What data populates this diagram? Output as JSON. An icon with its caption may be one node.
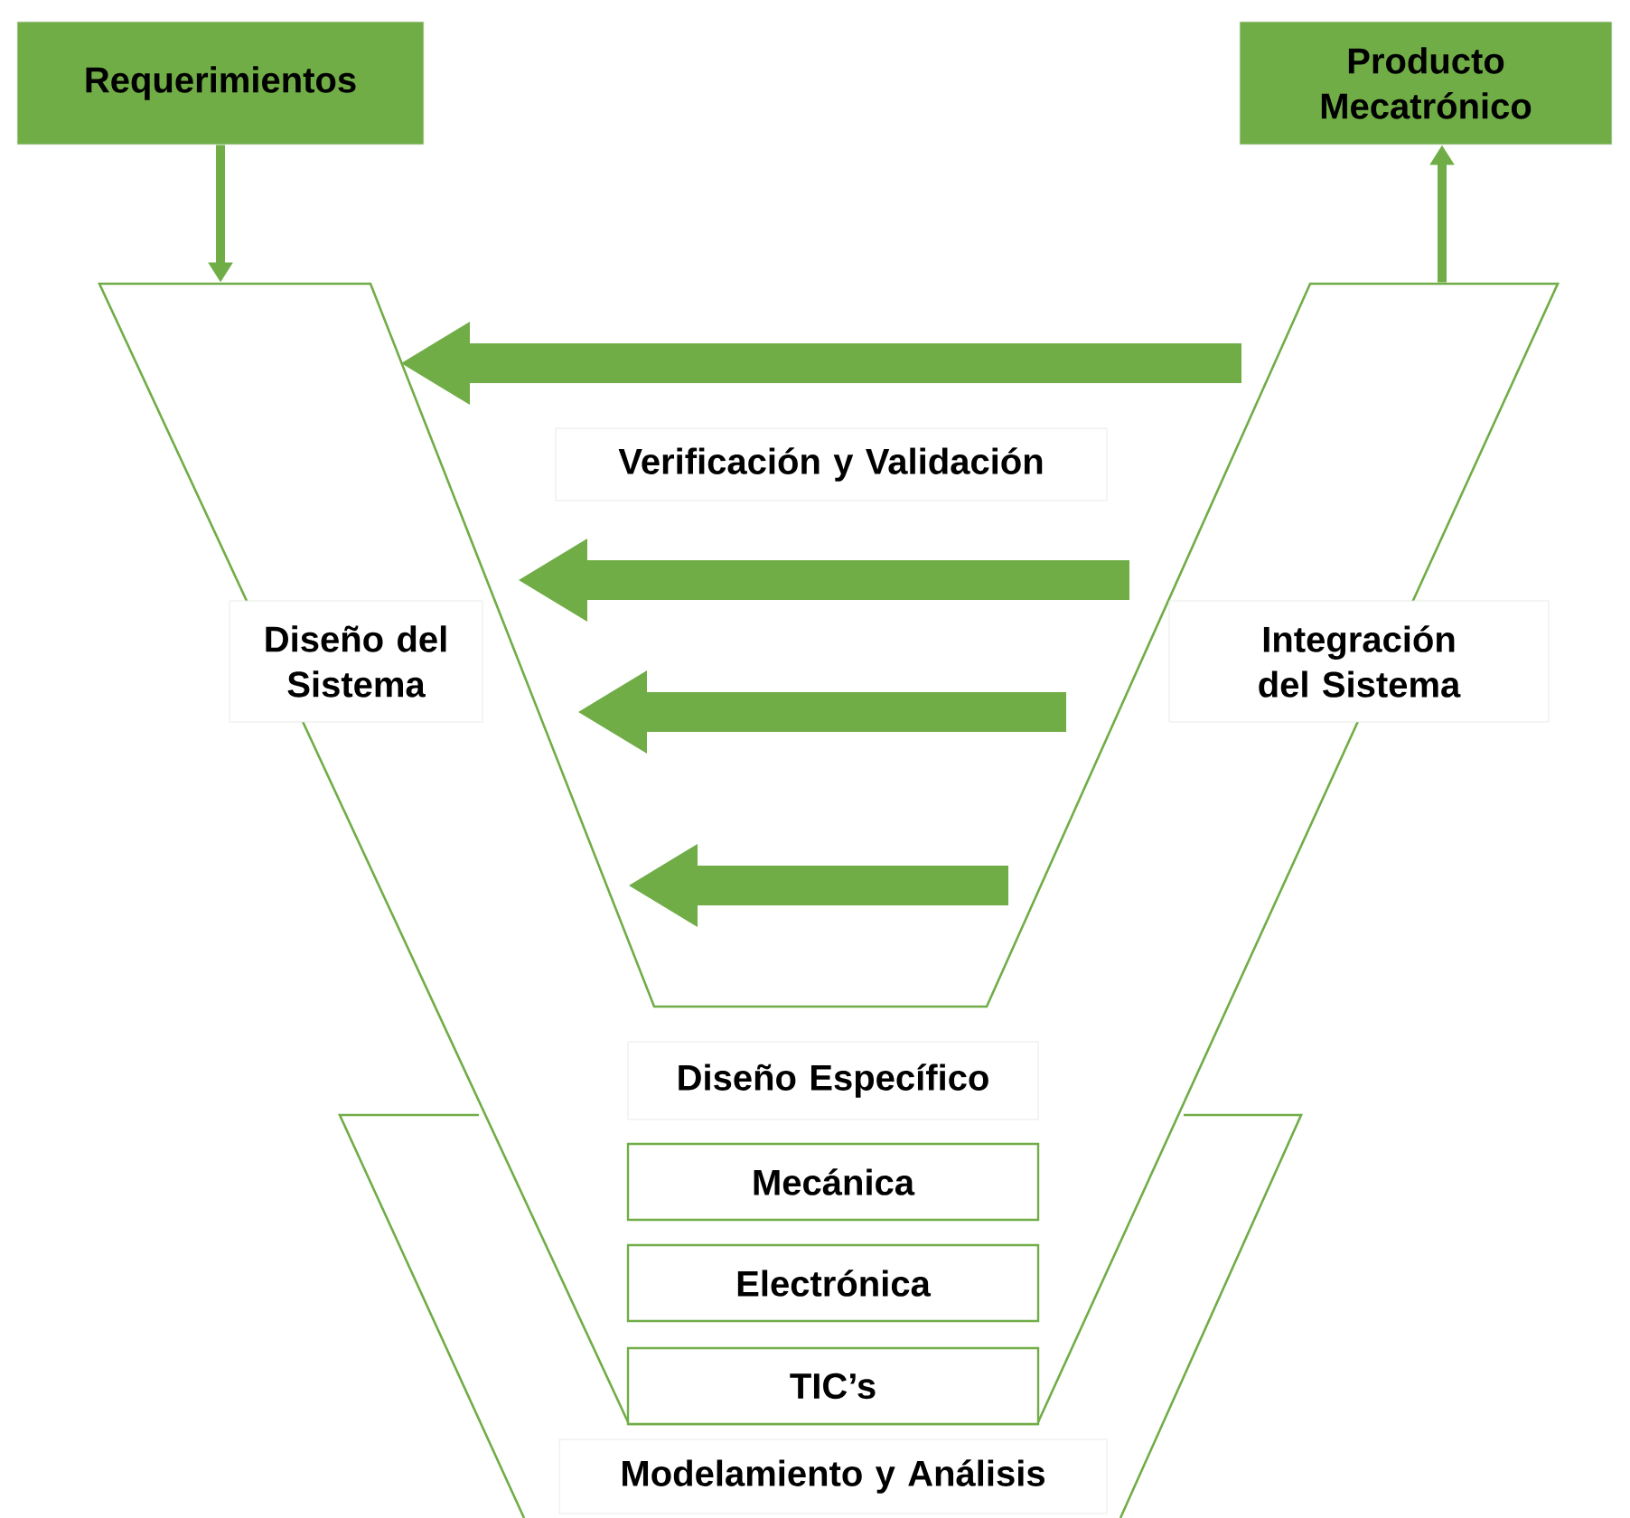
{
  "diagram": {
    "nodes": [
      {
        "text": [
          "Requerimientos"
        ]
      },
      {
        "text": [
          "Producto Mecatrónico"
        ]
      },
      {
        "text": [],
        "shape": "band"
      },
      {
        "text": [
          "Verificación y Validación"
        ],
        "in": 2
      },
      {
        "text": [
          "Diseño del Sistema"
        ],
        "in": 2
      },
      {
        "text": [
          "Integración del Sistema"
        ],
        "in": 2
      },
      {
        "text": [],
        "shape": "band"
      },
      {
        "text": [
          "Diseño Específico"
        ],
        "in": 2
      },
      {
        "text": [
          "Mecánica"
        ]
      },
      {
        "text": [
          "Electrónica"
        ]
      },
      {
        "text": [
          "TIC’s"
        ]
      },
      {
        "text": [
          "Modelamiento y Análisis"
        ],
        "in": 6
      }
    ],
    "edges": [
      {
        "from": 0,
        "to": 2,
        "arrow": "to"
      },
      {
        "from": 2,
        "to": 1,
        "arrow": "to"
      }
    ]
  }
}
